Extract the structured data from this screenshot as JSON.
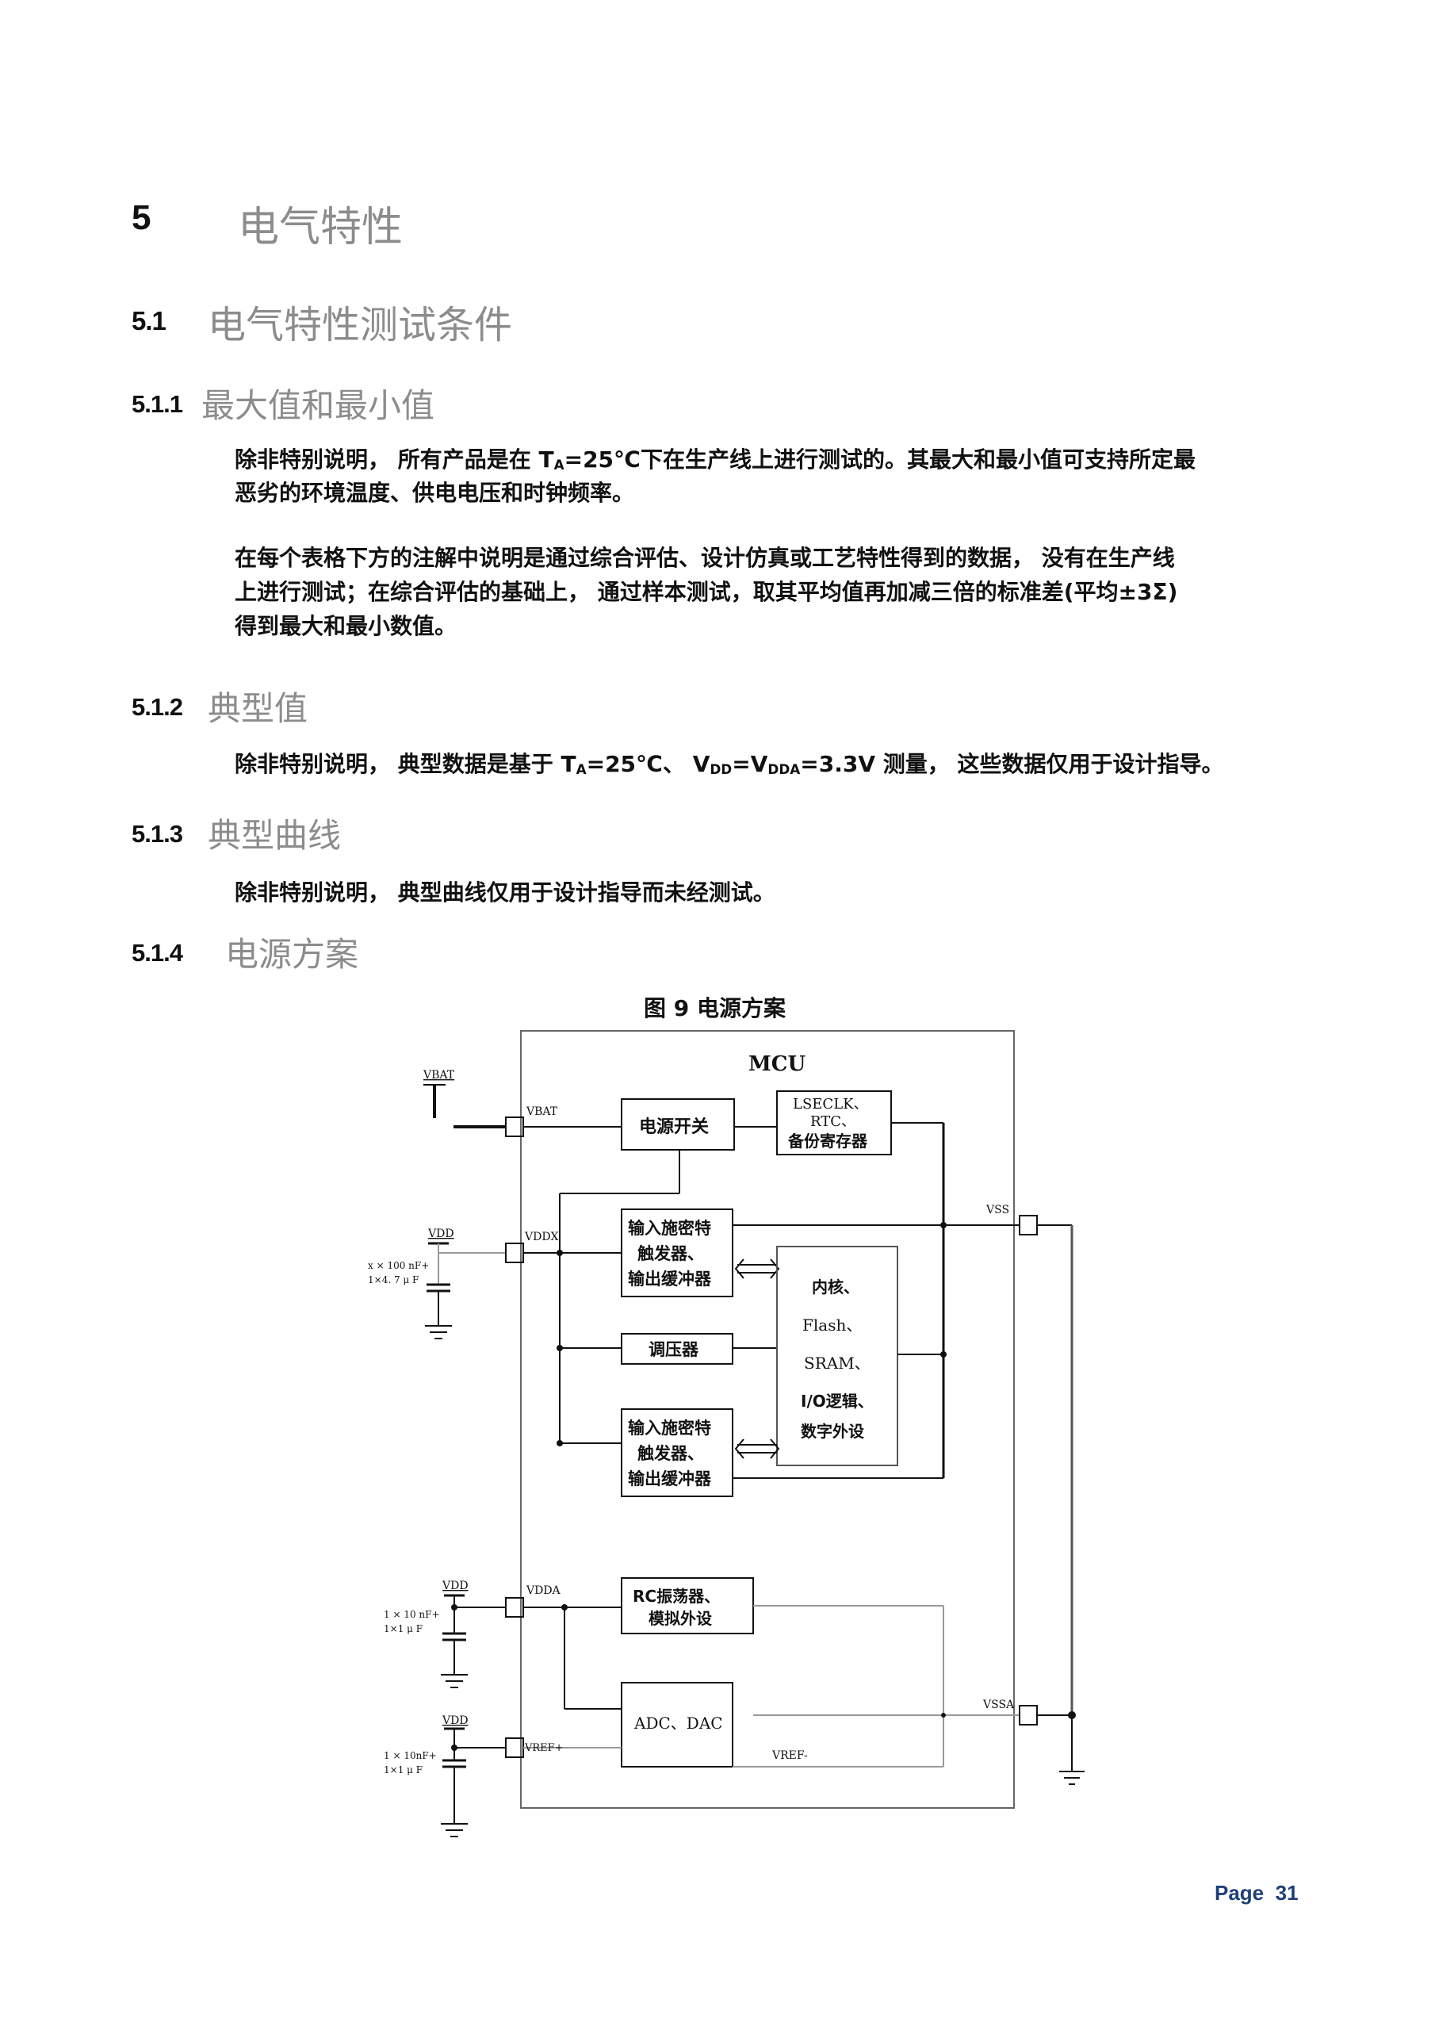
{
  "h1": {
    "number": "5",
    "title": "电气特性"
  },
  "h2": {
    "number": "5.1",
    "title": "电气特性测试条件"
  },
  "s511": {
    "number": "5.1.1",
    "title": "最大值和最小值",
    "p1_l1_a": "除非特别说明， 所有产品是在 T",
    "p1_l1_sub": "A",
    "p1_l1_b": "=25℃下在生产线上进行测试的。其最大和最小值可支持所定最",
    "p1_l2": "恶劣的环境温度、供电电压和时钟频率。",
    "p2_l1": "在每个表格下方的注解中说明是通过综合评估、设计仿真或工艺特性得到的数据， 没有在生产线",
    "p2_l2": "上进行测试；在综合评估的基础上， 通过样本测试，取其平均值再加减三倍的标准差(平均±3Σ)",
    "p2_l3": "得到最大和最小数值。"
  },
  "s512": {
    "number": "5.1.2",
    "title": "典型值",
    "text_a": "除非特别说明， 典型数据是基于 T",
    "sub_a": "A",
    "text_b": "=25℃、 V",
    "sub_b": "DD",
    "text_c": "=V",
    "sub_c": "DDA",
    "text_d": "=3.3V 测量， 这些数据仅用于设计指导。"
  },
  "s513": {
    "number": "5.1.3",
    "title": "典型曲线",
    "text": "除非特别说明， 典型曲线仅用于设计指导而未经测试。"
  },
  "s514": {
    "number": "5.1.4",
    "title": "电源方案"
  },
  "figure": {
    "title": "图 9 电源方案",
    "mcu": "MCU",
    "vbat_src": "VBAT",
    "vbat_pin": "VBAT",
    "power_switch": "电源开关",
    "lseclk": [
      "LSECLK、",
      "RTC、",
      "备份寄存器"
    ],
    "vdd": "VDD",
    "vddx": "VDDX",
    "caps_vdd": [
      "x × 100 nF+",
      "1×4. 7 μ F"
    ],
    "io_block": [
      "输入施密特",
      "触发器、",
      "输出缓冲器"
    ],
    "regulator": "调压器",
    "core": [
      "内核、",
      "Flash、",
      "SRAM、",
      "I/O逻辑、",
      "数字外设"
    ],
    "vss": "VSS",
    "vdda_src": "VDD",
    "vdda": "VDDA",
    "caps_vdda": [
      "1 × 10 nF+",
      "1×1 μ F"
    ],
    "rc_block": [
      "RC振荡器、",
      "模拟外设"
    ],
    "vssa": "VSSA",
    "vref_src": "VDD",
    "vref_plus": "VREF+",
    "caps_vref": [
      "1 × 10nF+",
      "1×1 μ F"
    ],
    "adc_dac": "ADC、DAC",
    "vref_minus": "VREF-"
  },
  "footer": {
    "page_label": "Page",
    "page_number": "31"
  }
}
